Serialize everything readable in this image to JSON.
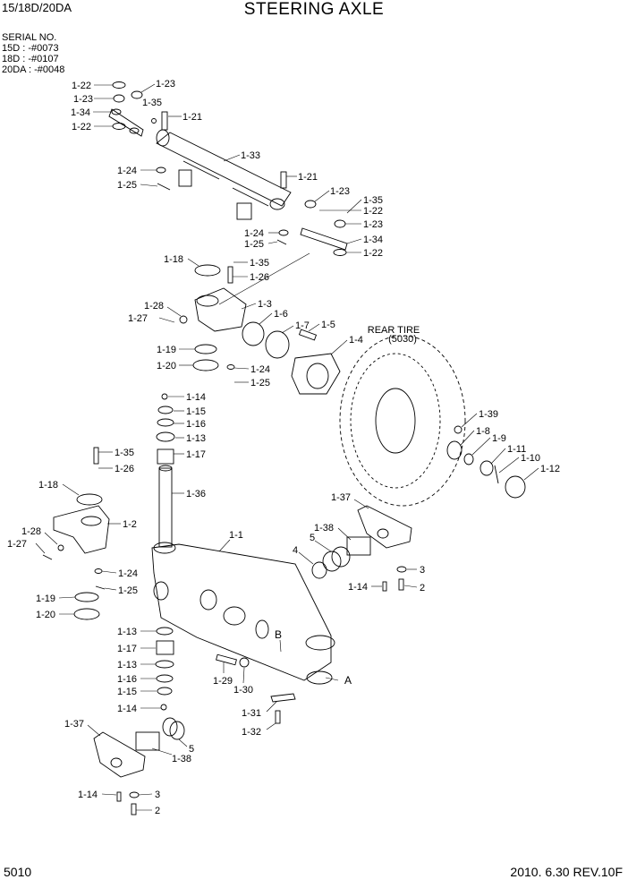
{
  "header": {
    "model": "15/18D/20DA",
    "title": "STEERING AXLE"
  },
  "serial": {
    "heading": "SERIAL NO.",
    "lines": [
      "15D : -#0073",
      "18D : -#0107",
      "20DA : -#0048"
    ]
  },
  "footer": {
    "page_number": "5010",
    "revision": "2010. 6.30  REV.10F"
  },
  "annotations": {
    "rear_tire": "REAR TIRE",
    "rear_tire_ref": "(5030)",
    "point_a": "A",
    "point_b": "B"
  },
  "callouts": [
    "1-22",
    "1-23",
    "1-23",
    "1-35",
    "1-34",
    "1-21",
    "1-22",
    "1-33",
    "1-24",
    "1-25",
    "1-21",
    "1-23",
    "1-35",
    "1-22",
    "1-23",
    "1-24",
    "1-25",
    "1-34",
    "1-22",
    "1-18",
    "1-35",
    "1-26",
    "1-3",
    "1-28",
    "1-27",
    "1-6",
    "1-7",
    "1-5",
    "1-4",
    "1-19",
    "1-20",
    "1-24",
    "1-25",
    "1-14",
    "1-15",
    "1-16",
    "1-13",
    "1-17",
    "1-36",
    "1-39",
    "1-8",
    "1-9",
    "1-11",
    "1-10",
    "1-12",
    "1-35",
    "1-26",
    "1-18",
    "1-2",
    "1-28",
    "1-27",
    "1-24",
    "1-25",
    "1-19",
    "1-20",
    "1-1",
    "1-37",
    "1-38",
    "5",
    "4",
    "3",
    "2",
    "1-14",
    "1-13",
    "1-17",
    "1-13",
    "1-16",
    "1-15",
    "1-14",
    "1-29",
    "1-30",
    "1-31",
    "1-32",
    "5",
    "1-38",
    "1-37",
    "1-14",
    "3",
    "2"
  ]
}
